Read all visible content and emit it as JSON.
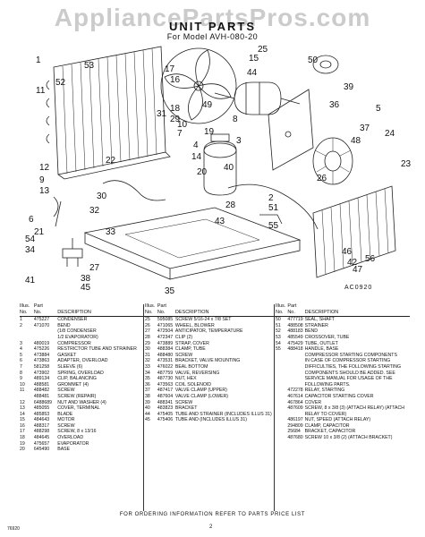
{
  "watermark": "AppliancePartsPros.com",
  "header": {
    "title": "UNIT PARTS",
    "model": "For Model AVH-080-20"
  },
  "diagram": {
    "code": "AC0920",
    "callouts": [
      "1",
      "53",
      "52",
      "11",
      "17",
      "16",
      "18",
      "31",
      "12",
      "9",
      "13",
      "30",
      "32",
      "22",
      "10",
      "7",
      "19",
      "4",
      "6",
      "21",
      "20",
      "15",
      "25",
      "29",
      "50",
      "14",
      "8",
      "3",
      "39",
      "5",
      "36",
      "37",
      "48",
      "24",
      "26",
      "23",
      "2",
      "51",
      "55",
      "54",
      "34",
      "35",
      "33",
      "40",
      "43",
      "42",
      "28",
      "56",
      "47",
      "41",
      "27",
      "38",
      "45",
      "46",
      "49",
      "44"
    ]
  },
  "table": {
    "headers": {
      "illus": "Illus.\nNo.",
      "part": "Part\nNo.",
      "desc": "DESCRIPTION"
    },
    "col1": [
      {
        "illus": "1",
        "part": "475227",
        "desc": "CONDENSER"
      },
      {
        "illus": "2",
        "part": "471070",
        "desc": "BEND"
      },
      {
        "illus": "",
        "part": "",
        "desc": "(1/8 CONDENSER"
      },
      {
        "illus": "",
        "part": "",
        "desc": "1/2 EVAPORATOR)"
      },
      {
        "illus": "3",
        "part": "480019",
        "desc": "COMPRESSOR"
      },
      {
        "illus": "4",
        "part": "475226",
        "desc": "RESTRICTOR TUBE AND STRAINER"
      },
      {
        "illus": "5",
        "part": "473884",
        "desc": "GASKET"
      },
      {
        "illus": "6",
        "part": "473863",
        "desc": "ADAPTER, OVERLOAD"
      },
      {
        "illus": "7",
        "part": "581258",
        "desc": "SLEEVE (6)"
      },
      {
        "illus": "8",
        "part": "473902",
        "desc": "SPRING, OVERLOAD"
      },
      {
        "illus": "9",
        "part": "489134",
        "desc": "CLIP, BALANCING"
      },
      {
        "illus": "10",
        "part": "488581",
        "desc": "GROMMET (4)"
      },
      {
        "illus": "11",
        "part": "488482",
        "desc": "SCREW"
      },
      {
        "illus": "",
        "part": "488481",
        "desc": "SCREW (REPAIR)"
      },
      {
        "illus": "12",
        "part": "6488689",
        "desc": "NUT AND WASHER (4)"
      },
      {
        "illus": "13",
        "part": "485055",
        "desc": "COVER, TERMINAL"
      },
      {
        "illus": "14",
        "part": "485853",
        "desc": "BLADE"
      },
      {
        "illus": "15",
        "part": "484643",
        "desc": "MOTOR"
      },
      {
        "illus": "16",
        "part": "488317",
        "desc": "SCREW"
      },
      {
        "illus": "17",
        "part": "488298",
        "desc": "SCREW, 8 x 13/16"
      },
      {
        "illus": "18",
        "part": "484645",
        "desc": "OVERLOAD"
      },
      {
        "illus": "19",
        "part": "475657",
        "desc": "EVAPORATOR"
      },
      {
        "illus": "20",
        "part": "645490",
        "desc": "BASE"
      }
    ],
    "col2": [
      {
        "illus": "25",
        "part": "595085",
        "desc": "SCREW 5/16-24 x 7/8 SET"
      },
      {
        "illus": "26",
        "part": "471065",
        "desc": "WHEEL, BLOWER"
      },
      {
        "illus": "27",
        "part": "472504",
        "desc": "ANTICIPATOR, TEMPERATURE"
      },
      {
        "illus": "28",
        "part": "472347",
        "desc": "CLIP (2)"
      },
      {
        "illus": "29",
        "part": "473889",
        "desc": "STRAP, COVER"
      },
      {
        "illus": "30",
        "part": "488384",
        "desc": "CLAMP, TUBE"
      },
      {
        "illus": "31",
        "part": "488480",
        "desc": "SCREW"
      },
      {
        "illus": "32",
        "part": "473531",
        "desc": "BRACKET, VALVE MOUNTING"
      },
      {
        "illus": "33",
        "part": "476022",
        "desc": "BEAL BOTTOM"
      },
      {
        "illus": "34",
        "part": "487759",
        "desc": "VALVE, REVERSING"
      },
      {
        "illus": "35",
        "part": "487730",
        "desc": "NUT, HEX"
      },
      {
        "illus": "36",
        "part": "473563",
        "desc": "COIL SOLENOID"
      },
      {
        "illus": "37",
        "part": "487417",
        "desc": "VALVE CLAMP (UPPER)"
      },
      {
        "illus": "38",
        "part": "487604",
        "desc": "VALVE CLAMP (LOWER)"
      },
      {
        "illus": "39",
        "part": "488341",
        "desc": "SCREW"
      },
      {
        "illus": "40",
        "part": "483823",
        "desc": "BRACKET"
      },
      {
        "illus": "44",
        "part": "475405",
        "desc": "TUBE AND STRAINER (INCLUDES ILLUS 31)"
      },
      {
        "illus": "45",
        "part": "475406",
        "desc": "TUBE AND (INCLUDES ILLUS 31)"
      }
    ],
    "col3": [
      {
        "illus": "50",
        "part": "477719",
        "desc": "SEAL, SHAFT"
      },
      {
        "illus": "51",
        "part": "488508",
        "desc": "STRAINER"
      },
      {
        "illus": "52",
        "part": "488183",
        "desc": "BEND"
      },
      {
        "illus": "53",
        "part": "485549",
        "desc": "CROSSOVER, TUBE"
      },
      {
        "illus": "54",
        "part": "475429",
        "desc": "TUBE, OUTLET"
      },
      {
        "illus": "55",
        "part": "488418",
        "desc": "HANDLE, BASE"
      },
      {
        "illus": "",
        "part": "",
        "desc": "COMPRESSOR STARTING COMPONENTS"
      },
      {
        "illus": "",
        "part": "",
        "desc": "IN CASE OF COMPRESSOR STARTING DIFFICULTIES, THE FOLLOWING STARTING COMPONENTS SHOULD BE ADDED. SEE SERVICE MANUAL FOR USAGE OF THE FOLLOWING PARTS."
      },
      {
        "illus": "",
        "part": "472278",
        "desc": "RELAY, STARTING"
      },
      {
        "illus": "",
        "part": "467614",
        "desc": "CAPACITOR STARTING COVER"
      },
      {
        "illus": "",
        "part": "467864",
        "desc": "COVER"
      },
      {
        "illus": "",
        "part": "487609",
        "desc": "SCREW, 8 x 3/8 (3) (ATTACH RELAY) (ATTACH RELAY TO COVER)"
      },
      {
        "illus": "",
        "part": "486197",
        "desc": "NUT, SPEED (ATTACH RELAY)"
      },
      {
        "illus": "",
        "part": "294809",
        "desc": "CLAMP, CAPACITOR"
      },
      {
        "illus": "",
        "part": "25684",
        "desc": "BRACKET, CAPACITOR"
      },
      {
        "illus": "",
        "part": "487680",
        "desc": "SCREW 10 x 3/8 (2) (ATTACH BRACKET)"
      }
    ]
  },
  "footer": {
    "order_note": "FOR ORDERING INFORMATION REFER TO PARTS PRICE LIST",
    "page": "2",
    "code": "76920"
  }
}
